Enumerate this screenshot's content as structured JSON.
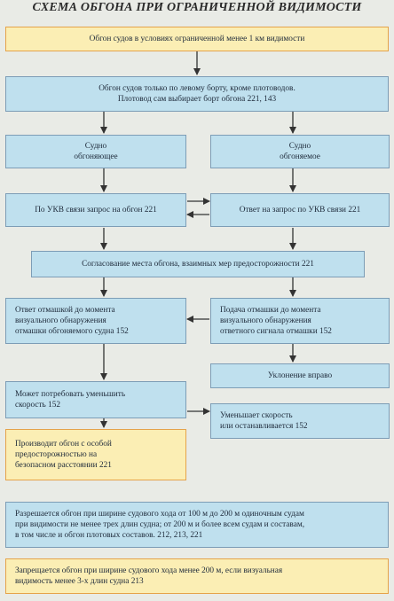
{
  "title": "СХЕМА ОБГОНА ПРИ ОГРАНИЧЕННОЙ ВИДИМОСТИ",
  "boxes": {
    "top": "Обгон судов в условиях ограниченной менее 1 км видимости",
    "left_side": [
      "Обгон судов только по левому борту, кроме плотоводов.",
      "Плотовод сам выбирает борт обгона   221, 143"
    ],
    "overtaking": [
      "Судно",
      "обгоняющее"
    ],
    "overtaken": [
      "Судно",
      "обгоняемое"
    ],
    "vhf_request": "По УКВ связи запрос на обгон   221",
    "vhf_answer": "Ответ на запрос по УКВ связи   221",
    "agreement": "Согласование места обгона, взаимных мер предосторожности 221",
    "reply_signal": [
      "Ответ отмашкой до момента",
      "визуального обнаружения",
      "отмашки обгоняемого судна  152"
    ],
    "give_signal": [
      "Подача отмашки до момента",
      "визуального обнаружения",
      "ответного сигнала отмашки  152"
    ],
    "deviate_right": "Уклонение вправо",
    "request_slow": [
      "Может потребовать уменьшить",
      "скорость 152"
    ],
    "slows_down": [
      "Уменьшает скорость",
      "или останавливается   152"
    ],
    "overtake_caution": [
      "Производит обгон с особой",
      "предосторожностью на",
      "безопасном расстоянии       221"
    ],
    "allowed": [
      "Разрешается обгон при ширине судового хода от 100 м до 200 м одиночным судам",
      "при видимости не менее трех длин судна; от 200 м и более  всем судам и составам,",
      "в том числе и обгон плотовых составов.    212, 213, 221"
    ],
    "forbidden": [
      "Запрещается обгон при ширине судового хода менее 200 м, если визуальная",
      "видимость менее 3-х длин судна   213"
    ]
  },
  "colors": {
    "blue_fill": "#bfe0ee",
    "blue_border": "#7d9db6",
    "yellow_fill": "#fbeeb4",
    "yellow_border": "#e5a34a",
    "arrow": "#333333"
  }
}
